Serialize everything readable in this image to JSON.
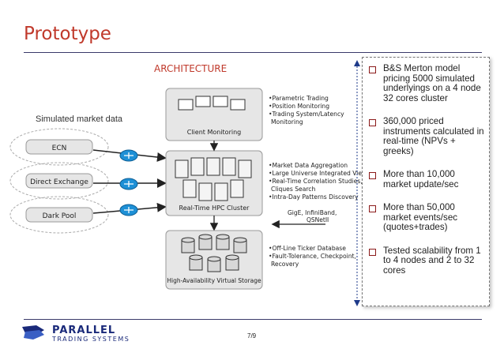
{
  "title": "Prototype",
  "architecture_label": "ARCHITECTURE",
  "simulated_label": "Simulated market data",
  "sources": [
    "ECN",
    "Direct Exchange",
    "Dark Pool"
  ],
  "layers": [
    {
      "name": "Client Monitoring",
      "notes": [
        "•Parametric Trading",
        "•Position Monitoring",
        "•Trading System/Latency",
        "Monitoring"
      ]
    },
    {
      "name": "Real-Time HPC Cluster",
      "notes": [
        "•Market Data Aggregation",
        "•Large Universe Integrated View",
        "•Real-Time Correlation Studies,",
        "Cliques Search",
        "•Intra-Day Patterns Discovery"
      ]
    },
    {
      "name": "High-Availability Virtual Storage",
      "notes": [
        "•Off-Line Ticker Database",
        "•Fault-Tolerance, Checkpoint,",
        "Recovery"
      ]
    }
  ],
  "network_label": [
    "GigE, InfiniBand,",
    "QSNetII"
  ],
  "bullets": [
    "B&S Merton model pricing 5000 simulated underlyings on a 4 node 32 cores cluster",
    "360,000 priced instruments calculated in real-time (NPVs + greeks)",
    "More than 10,000 market update/sec",
    "More than 50,000 market events/sec (quotes+trades)",
    "Tested scalability from 1 to 4 nodes and 2 to 32 cores"
  ],
  "logo": {
    "top": "PARALLEL",
    "bottom": "TRADING SYSTEMS"
  },
  "page_number": "7/9",
  "colors": {
    "title": "#c0392b",
    "router": "#1e90d6",
    "box_fill": "#e6e6e6"
  }
}
